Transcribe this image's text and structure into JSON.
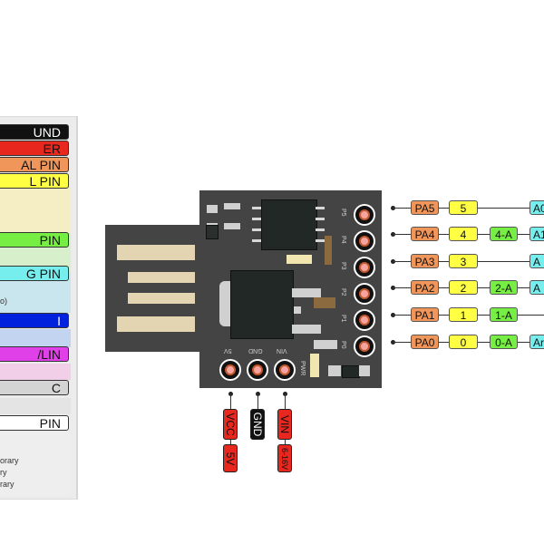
{
  "legend": {
    "items": [
      {
        "label": "UND",
        "color": "#111111",
        "text_color": "#ffffff"
      },
      {
        "label": "ER",
        "color": "#e8281e",
        "text_color": "#111111"
      },
      {
        "label": "AL PIN",
        "color": "#f0965a",
        "text_color": "#111111"
      },
      {
        "label": "L PIN",
        "color": "#ffff44",
        "text_color": "#111111"
      },
      {
        "label": "PIN",
        "color": "#77ee44",
        "text_color": "#111111"
      },
      {
        "label": "G PIN",
        "color": "#77eeee",
        "text_color": "#111111"
      },
      {
        "label": "I",
        "color": "#0022dd",
        "text_color": "#ffffff"
      },
      {
        "label": "/LIN",
        "color": "#e040e8",
        "text_color": "#111111"
      },
      {
        "label": "C",
        "color": "#d4d4d4",
        "text_color": "#111111"
      },
      {
        "label": "PIN",
        "color": "#ffffff",
        "text_color": "#111111"
      }
    ],
    "bands": [
      {
        "color": "#f5edc3"
      },
      {
        "color": "#d8efcc"
      },
      {
        "color": "#c9e6ee"
      },
      {
        "color": "#c2d4f0"
      },
      {
        "color": "#f1cfe9"
      },
      {
        "color": "#e4e4e4"
      },
      {
        "color": "#eeeeee"
      }
    ],
    "note_1": "o)",
    "notes": [
      "orary",
      "ry",
      "rary"
    ]
  },
  "board": {
    "right_header_silk": [
      "P5",
      "P4",
      "P3",
      "P2",
      "P1",
      "P0"
    ],
    "bottom_header_silk": [
      "5V",
      "GND",
      "VIN"
    ],
    "pwr_silk": "PWR"
  },
  "right_pins": [
    {
      "port": "PA5",
      "digital": "5",
      "analog": "",
      "extra": "A0"
    },
    {
      "port": "PA4",
      "digital": "4",
      "analog": "4-A",
      "extra": "A1"
    },
    {
      "port": "PA3",
      "digital": "3",
      "analog": "",
      "extra": "A"
    },
    {
      "port": "PA2",
      "digital": "2",
      "analog": "2-A",
      "extra": "A"
    },
    {
      "port": "PA1",
      "digital": "1",
      "analog": "1-A",
      "extra": ""
    },
    {
      "port": "PA0",
      "digital": "0",
      "analog": "0-A",
      "extra": "Ar"
    }
  ],
  "bottom_pins": [
    {
      "name": "VCC",
      "value": "5V",
      "color": "#e8281e"
    },
    {
      "name": "GND",
      "value": "",
      "color": "#111111"
    },
    {
      "name": "VIN",
      "value": "6-16V",
      "color": "#e8281e"
    }
  ],
  "colors": {
    "port": "#f0965a",
    "digital": "#ffff44",
    "analog": "#77ee44",
    "extra": "#77eeee"
  }
}
